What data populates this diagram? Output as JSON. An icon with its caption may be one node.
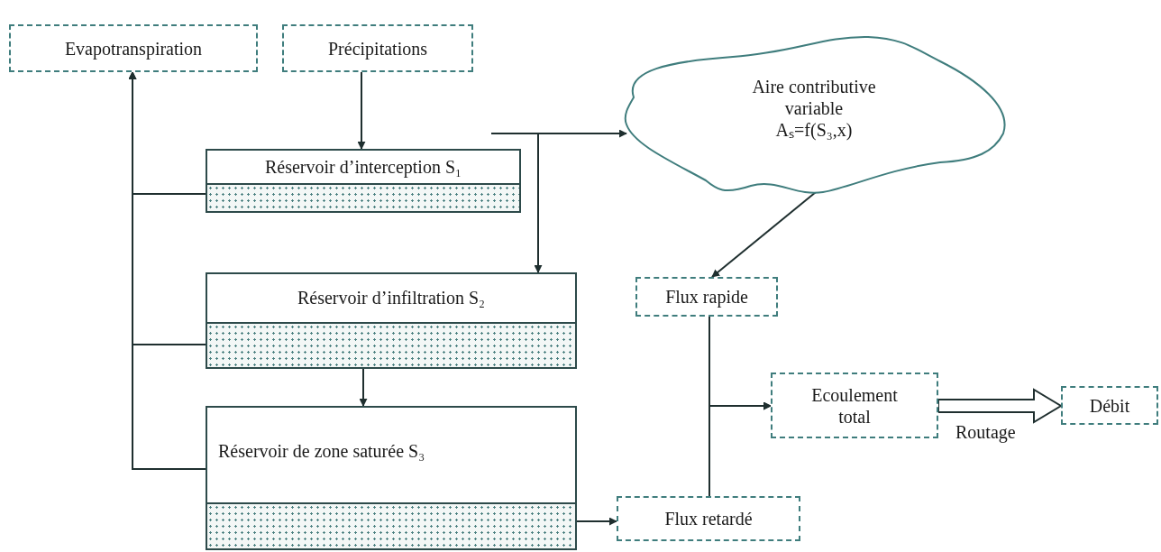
{
  "diagram": {
    "nodes": [
      {
        "text": [
          "Evapotranspiration"
        ]
      },
      {
        "text": [
          "Précipitations"
        ]
      },
      {
        "text": [
          "Réservoir d’interception S₁"
        ]
      },
      {
        "text": [
          "Réservoir d’infiltration S₂"
        ]
      },
      {
        "text": [
          "Réservoir de zone saturée S₃"
        ]
      },
      {
        "text": [
          "Aire contributive variable Aₛ=f(S₃,x)"
        ]
      },
      {
        "text": [
          "Flux rapide"
        ]
      },
      {
        "text": [
          "Ecoulement total"
        ]
      },
      {
        "text": [
          "Débit"
        ]
      },
      {
        "text": [
          "Flux retardé"
        ]
      }
    ],
    "edges": [
      {
        "from": 1,
        "to": 2,
        "arrow": "to"
      },
      {
        "from": 2,
        "to": 0,
        "arrow": "to"
      },
      {
        "from": 3,
        "to": 0,
        "arrow": "to"
      },
      {
        "from": 4,
        "to": 0,
        "arrow": "to"
      },
      {
        "from": null,
        "to": 5,
        "arrow": "to"
      },
      {
        "from": null,
        "to": 3,
        "arrow": "to"
      },
      {
        "from": 3,
        "to": 4,
        "arrow": "to"
      },
      {
        "from": 5,
        "to": 6,
        "arrow": "to"
      },
      {
        "from": 4,
        "to": 9,
        "arrow": "to"
      },
      {
        "from": 6,
        "to": 7,
        "arrow": "to"
      },
      {
        "from": 9,
        "to": 7,
        "arrow": "to"
      },
      {
        "from": 7,
        "to": 8,
        "arrow": "to",
        "label": "Routage",
        "style": "thick"
      }
    ]
  }
}
